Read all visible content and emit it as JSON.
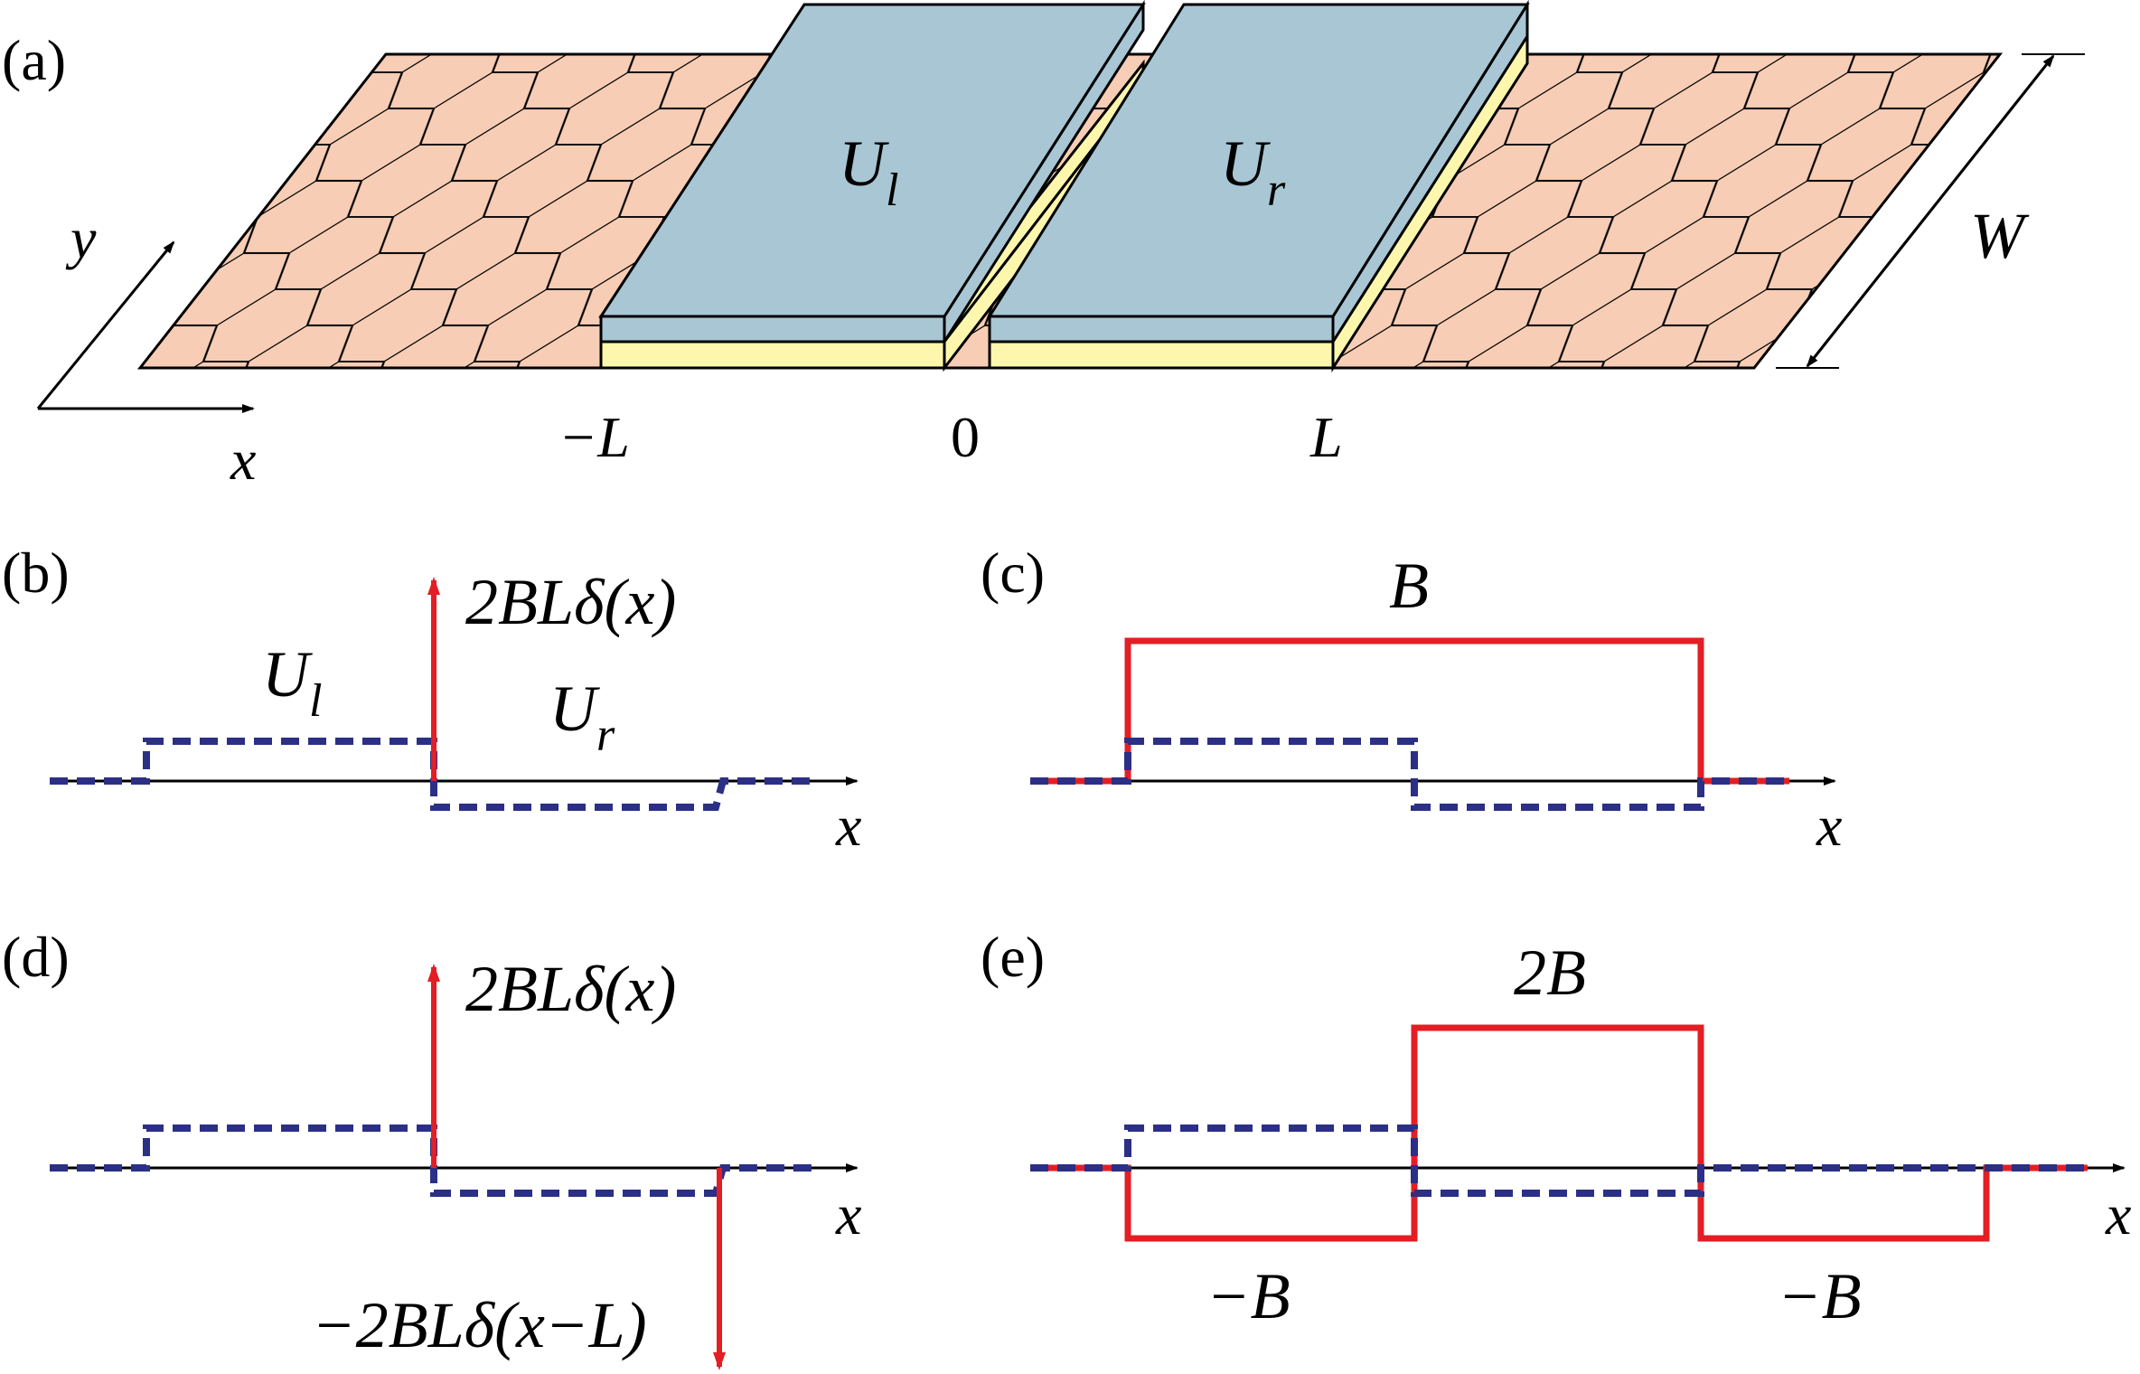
{
  "colors": {
    "graphene": "#f7cdb5",
    "gate_top": "#a8c6d4",
    "gate_side": "#a8c6d4",
    "dielectric": "#fdf7ad",
    "potential_dashed": "#2b2f86",
    "field_red": "#e31e24",
    "ink": "#000000"
  },
  "panel_a": {
    "label": "(a)",
    "gate_left": "U",
    "gate_left_sub": "l",
    "gate_right": "U",
    "gate_right_sub": "r",
    "axis_x": "x",
    "axis_y": "y",
    "width_label": "W",
    "tick_minus_L": "−L",
    "tick_zero": "0",
    "tick_L": "L"
  },
  "panel_b": {
    "label": "(b)",
    "delta_label": "2BLδ(x)",
    "ul_label": "U",
    "ul_sub": "l",
    "ur_label": "U",
    "ur_sub": "r",
    "axis_x": "x"
  },
  "panel_c": {
    "label": "(c)",
    "b_label": "B",
    "axis_x": "x"
  },
  "panel_d": {
    "label": "(d)",
    "delta_label": "2BLδ(x)",
    "neg_delta_label": "−2BLδ(x−L)",
    "axis_x": "x"
  },
  "panel_e": {
    "label": "(e)",
    "two_b_label": "2B",
    "neg_b_left": "−B",
    "neg_b_right": "−B",
    "axis_x": "x"
  }
}
